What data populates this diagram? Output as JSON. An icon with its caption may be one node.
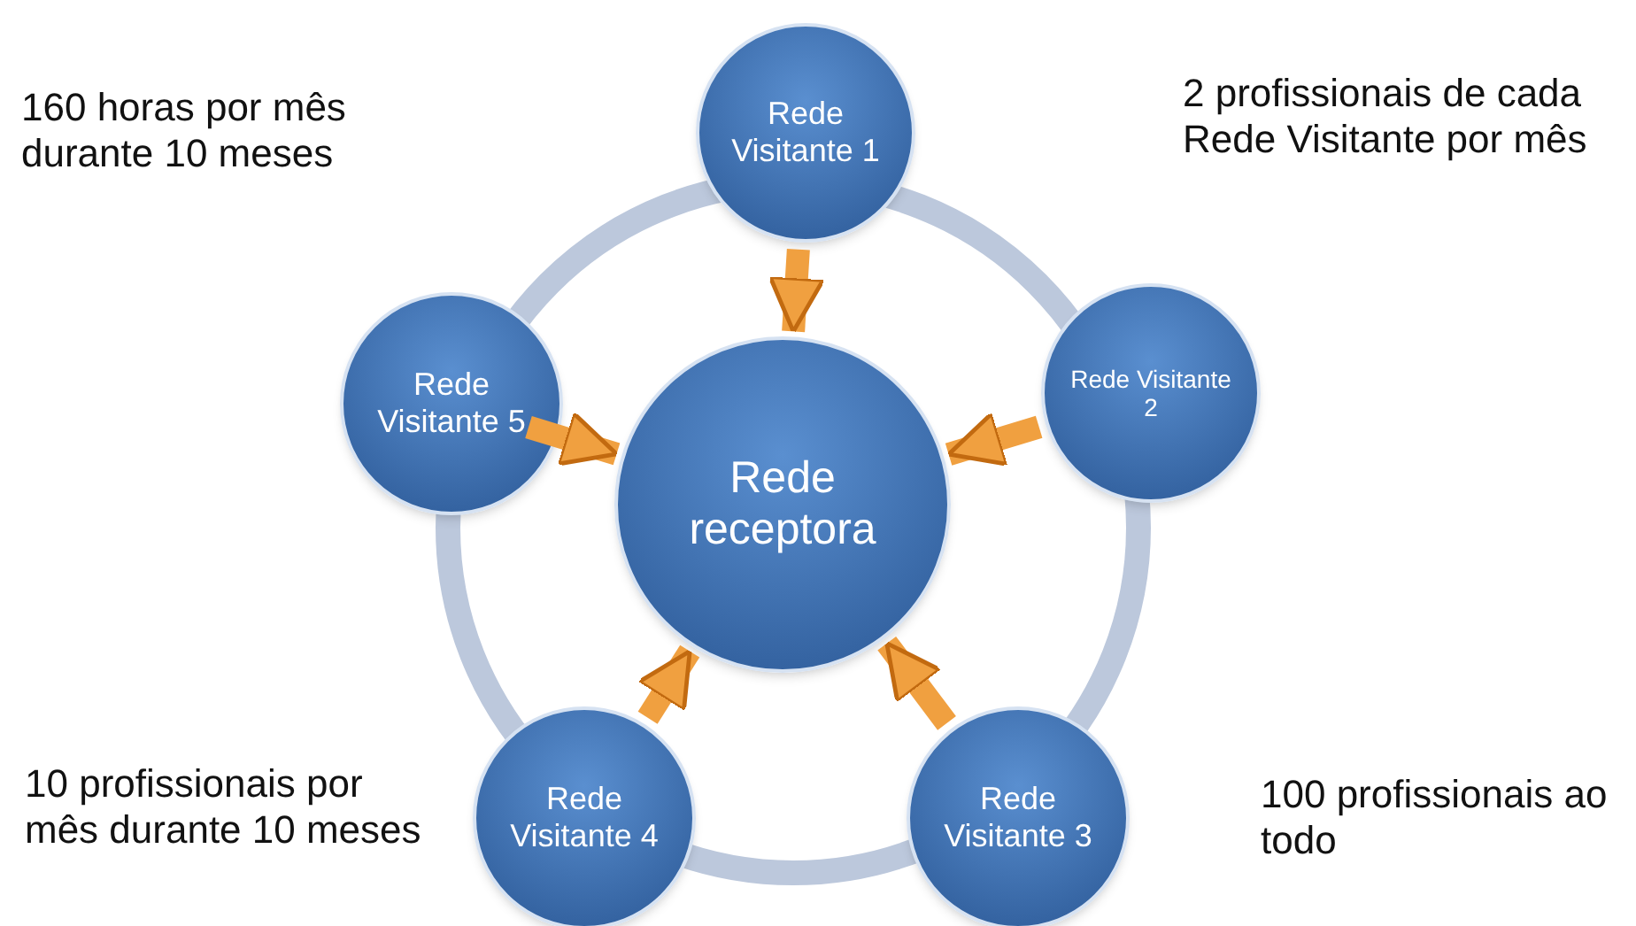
{
  "diagram": {
    "nodes": [
      {
        "text": [
          "Rede Visitante 1"
        ]
      },
      {
        "text": [
          "Rede Visitante 2"
        ]
      },
      {
        "text": [
          "Rede Visitante 3"
        ]
      },
      {
        "text": [
          "Rede Visitante 4"
        ]
      },
      {
        "text": [
          "Rede Visitante 5"
        ]
      },
      {
        "text": [
          "Rede receptora"
        ]
      }
    ],
    "edges": [
      {
        "from": 0,
        "to": 5,
        "arrow": "to"
      },
      {
        "from": 1,
        "to": 5,
        "arrow": "to"
      },
      {
        "from": 2,
        "to": 5,
        "arrow": "to"
      },
      {
        "from": 3,
        "to": 5,
        "arrow": "to"
      },
      {
        "from": 4,
        "to": 5,
        "arrow": "to"
      }
    ],
    "labels": [
      "160 horas por mês durante 10 meses",
      "2 profissionais de cada Rede Visitante por mês",
      "10 profissionais por mês durante 10 meses",
      "100 profissionais ao todo"
    ]
  }
}
